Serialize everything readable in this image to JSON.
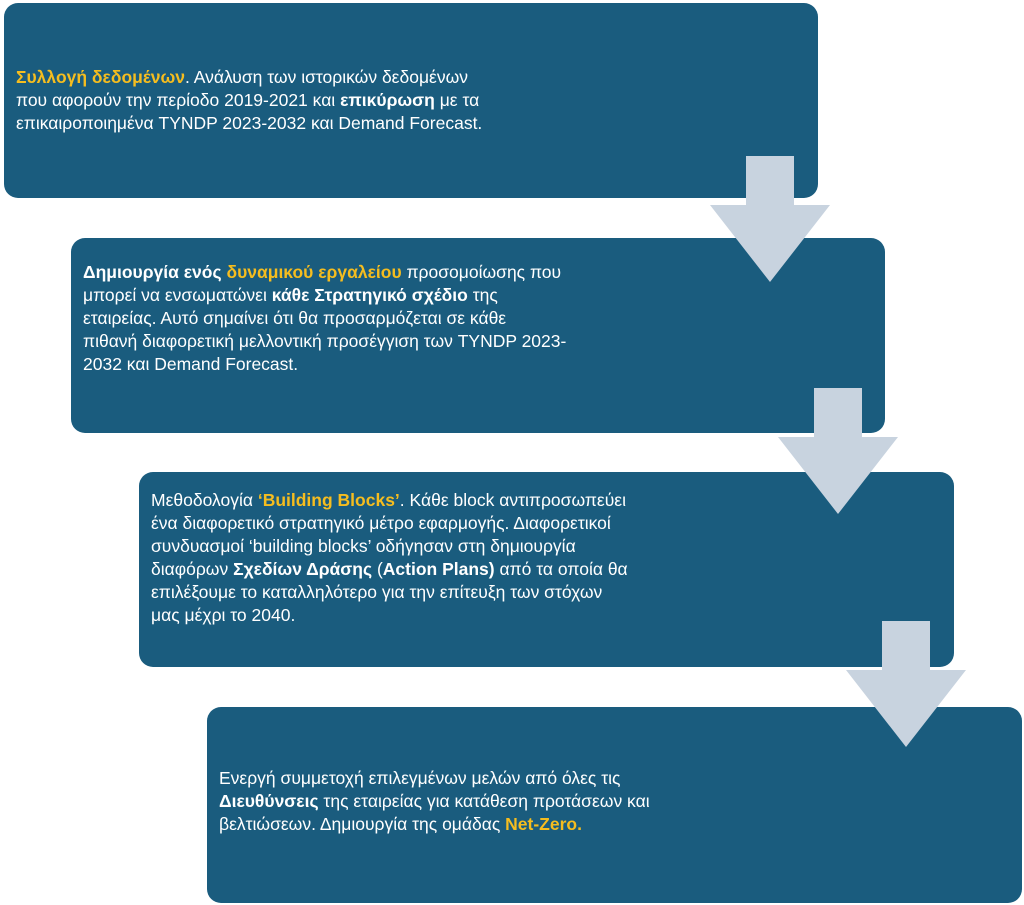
{
  "colors": {
    "box_fill": "#1a5c7e",
    "highlight_text": "#f5bd1f",
    "body_text": "#ffffff",
    "arrow_fill": "#c8d3df"
  },
  "steps": [
    {
      "lines": [
        [
          {
            "text": "Συλλογή δεδομένων",
            "style": "hl"
          },
          {
            "text": ". Ανάλυση των ιστορικών δεδομένων",
            "style": ""
          }
        ],
        [
          {
            "text": "που αφορούν την περίοδο 2019-2021 και ",
            "style": ""
          },
          {
            "text": "επικύρωση",
            "style": "b"
          },
          {
            "text": " με τα",
            "style": ""
          }
        ],
        [
          {
            "text": "επικαιροποιημένα TYNDP 2023-2032 και Demand Forecast.",
            "style": ""
          }
        ]
      ]
    },
    {
      "lines": [
        [
          {
            "text": "Δημιουργία ενός ",
            "style": "b"
          },
          {
            "text": "δυναμικού εργαλείου",
            "style": "hl"
          },
          {
            "text": " προσομοίωσης που",
            "style": ""
          }
        ],
        [
          {
            "text": "μπορεί να ενσωματώνει ",
            "style": ""
          },
          {
            "text": "κάθε Στρατηγικό σχέδιο",
            "style": "b"
          },
          {
            "text": " της",
            "style": ""
          }
        ],
        [
          {
            "text": "εταιρείας. Αυτό σημαίνει ότι θα προσαρμόζεται σε κάθε",
            "style": ""
          }
        ],
        [
          {
            "text": "πιθανή διαφορετική μελλοντική προσέγγιση των TYNDP 2023-",
            "style": ""
          }
        ],
        [
          {
            "text": "2032 και Demand Forecast.",
            "style": ""
          }
        ]
      ]
    },
    {
      "lines": [
        [
          {
            "text": "Μεθοδολογία ",
            "style": ""
          },
          {
            "text": "‘Building Blocks’",
            "style": "hl"
          },
          {
            "text": ". Κάθε block αντιπροσωπεύει",
            "style": ""
          }
        ],
        [
          {
            "text": "ένα διαφορετικό στρατηγικό μέτρο εφαρμογής. Διαφορετικοί",
            "style": ""
          }
        ],
        [
          {
            "text": "συνδυασμοί ‘building blocks’ οδήγησαν στη δημιουργία",
            "style": ""
          }
        ],
        [
          {
            "text": "διαφόρων ",
            "style": ""
          },
          {
            "text": "Σχεδίων Δράσης",
            "style": "b"
          },
          {
            "text": " (",
            "style": ""
          },
          {
            "text": "Action Plans)",
            "style": "b"
          },
          {
            "text": " από τα οποία θα",
            "style": ""
          }
        ],
        [
          {
            "text": "επιλέξουμε το καταλληλότερο για την επίτευξη των στόχων",
            "style": ""
          }
        ],
        [
          {
            "text": "μας μέχρι το 2040.",
            "style": ""
          }
        ]
      ]
    },
    {
      "lines": [
        [
          {
            "text": "Ενεργή συμμετοχή επιλεγμένων μελών από όλες τις",
            "style": ""
          }
        ],
        [
          {
            "text": "Διευθύνσεις",
            "style": "b"
          },
          {
            "text": " της εταιρείας για κατάθεση προτάσεων και",
            "style": ""
          }
        ],
        [
          {
            "text": "βελτιώσεων.  Δημιουργία της ομάδας ",
            "style": ""
          },
          {
            "text": "Net-Zero.",
            "style": "hl"
          }
        ]
      ]
    }
  ]
}
